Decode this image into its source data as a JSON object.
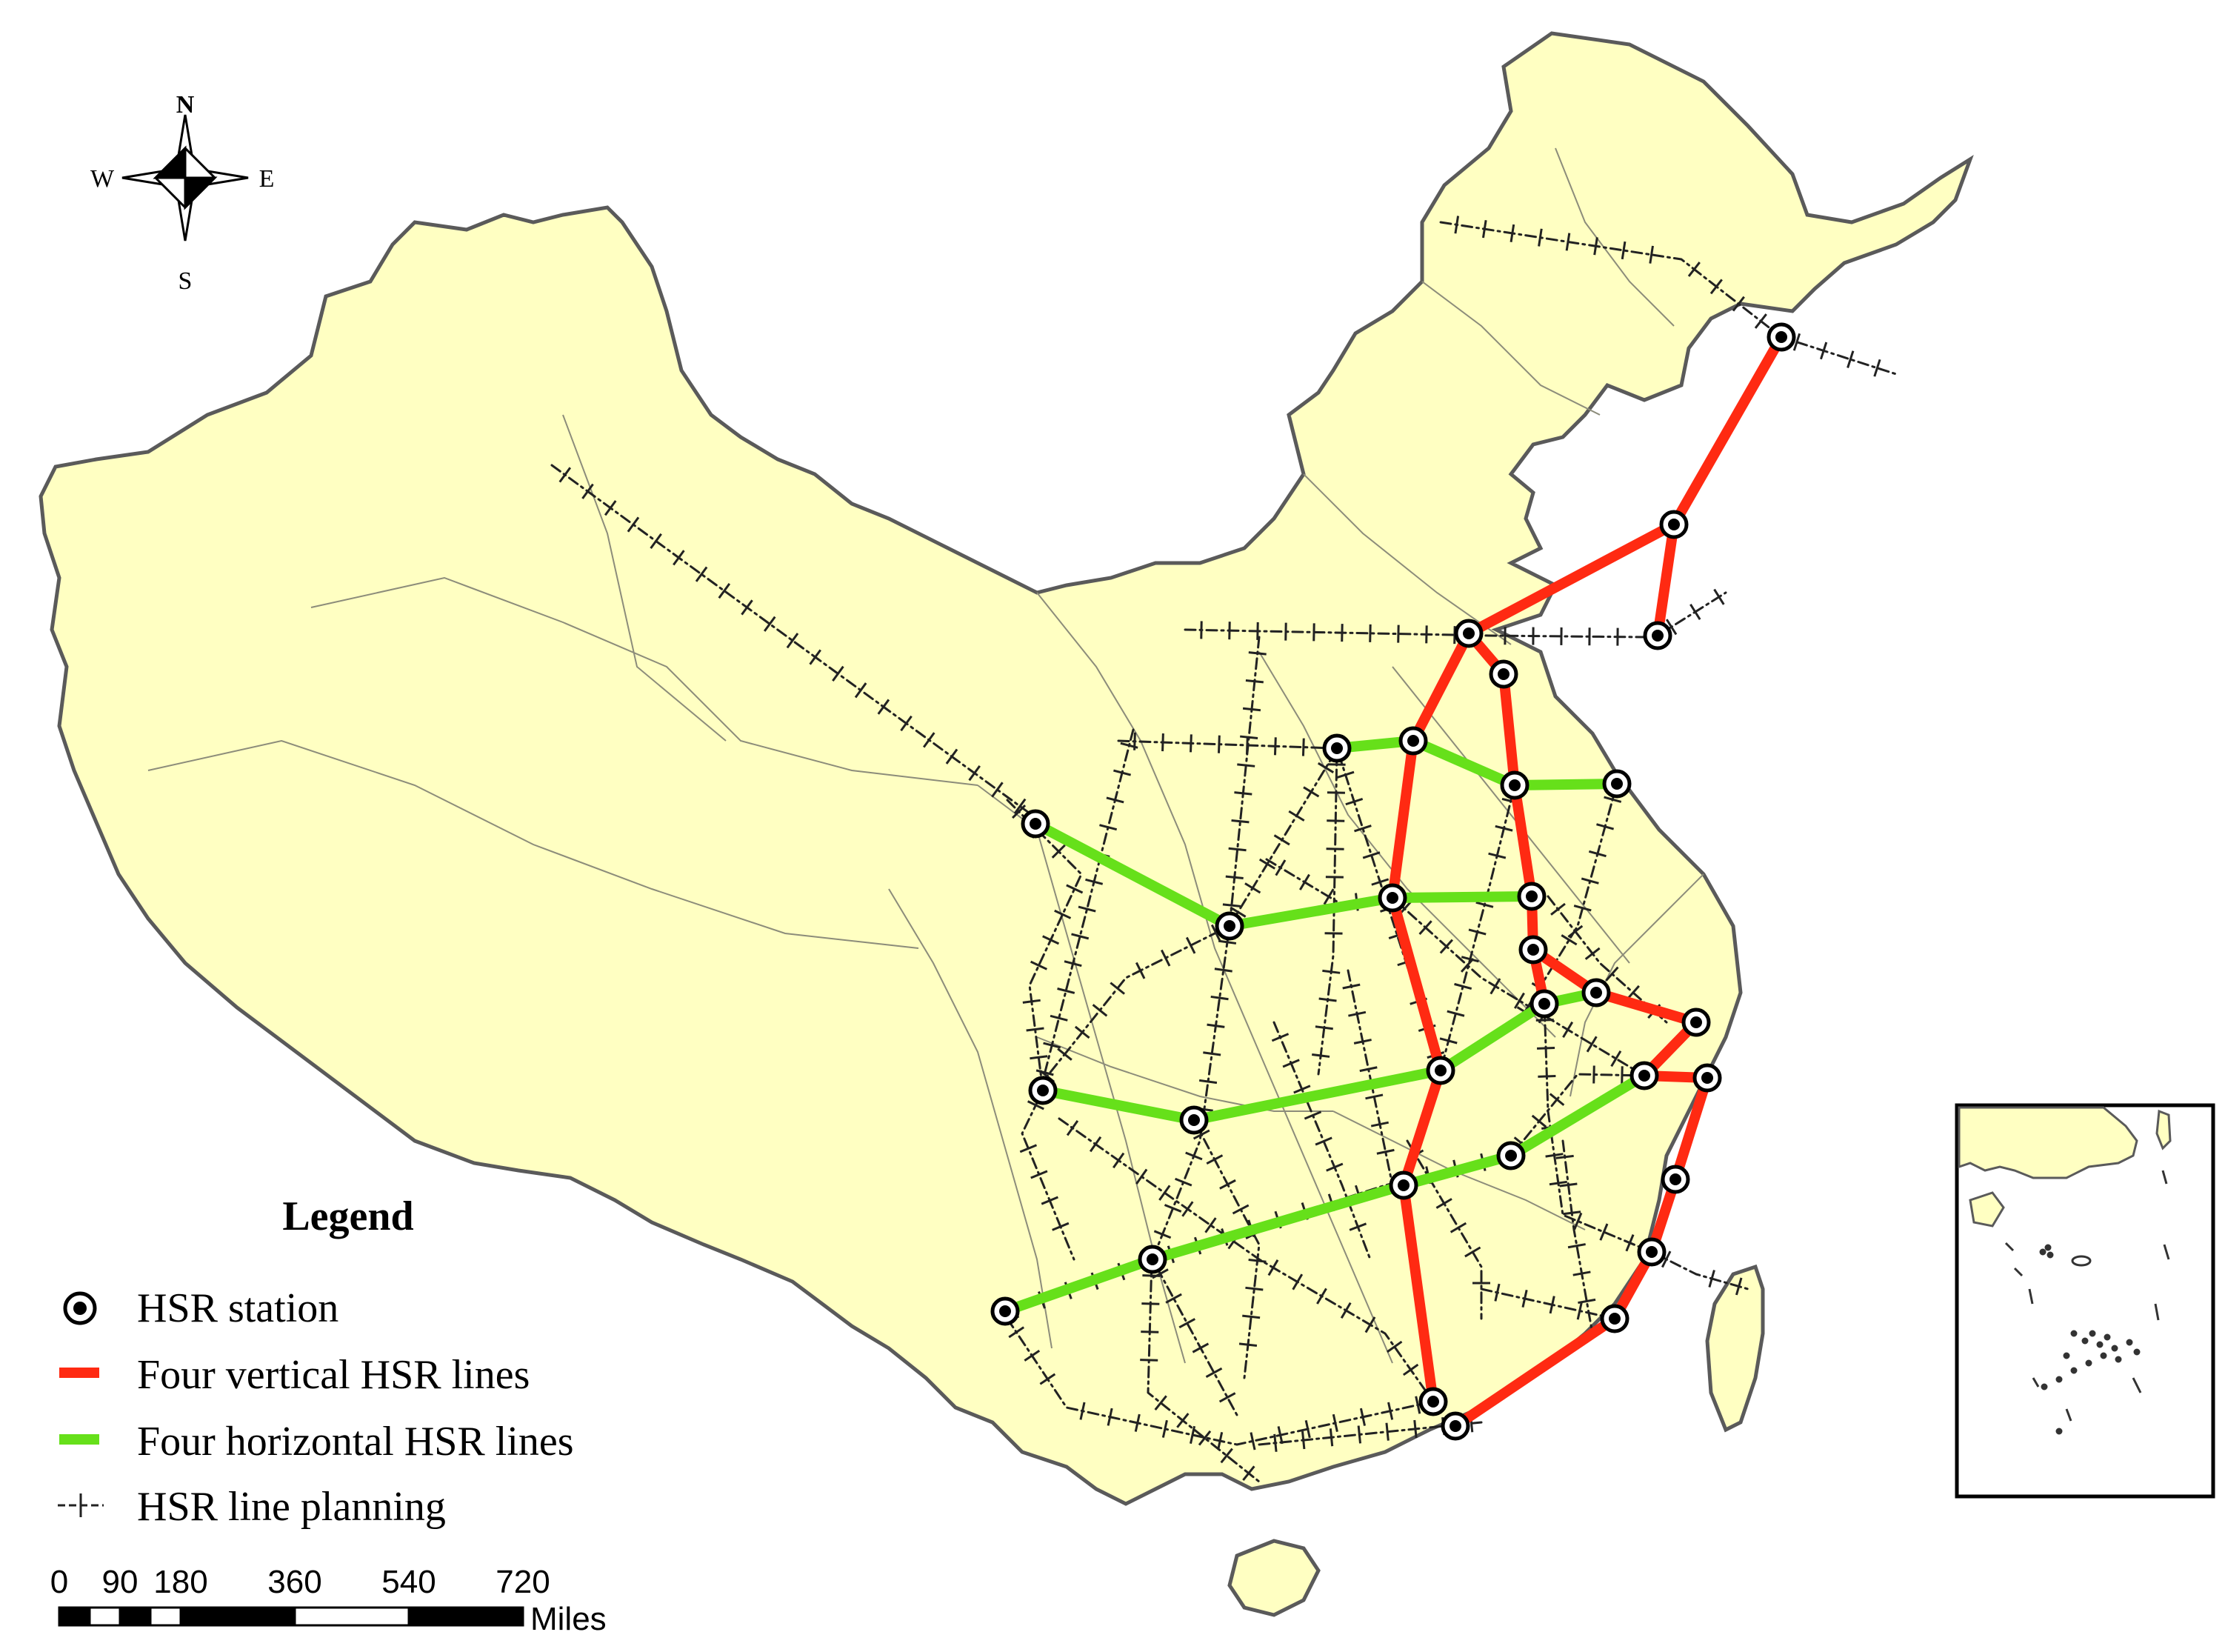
{
  "compass": {
    "north": "N",
    "south": "S",
    "east": "E",
    "west": "W"
  },
  "legend": {
    "title": "Legend",
    "items": [
      {
        "key": "station",
        "label": "HSR station"
      },
      {
        "key": "vertical",
        "label": "Four vertical HSR lines",
        "color": "#ff2a12"
      },
      {
        "key": "horizontal",
        "label": "Four horizontal HSR lines",
        "color": "#66e01a"
      },
      {
        "key": "planning",
        "label": "HSR line planning"
      }
    ]
  },
  "scale_bar": {
    "ticks": [
      "0",
      "90",
      "180",
      "360",
      "540",
      "720"
    ],
    "unit": "Miles"
  },
  "colors": {
    "land": "#ffffc2",
    "border": "#5a5a5a",
    "vertical": "#ff2a12",
    "horizontal": "#66e01a",
    "planning": "#222222"
  }
}
